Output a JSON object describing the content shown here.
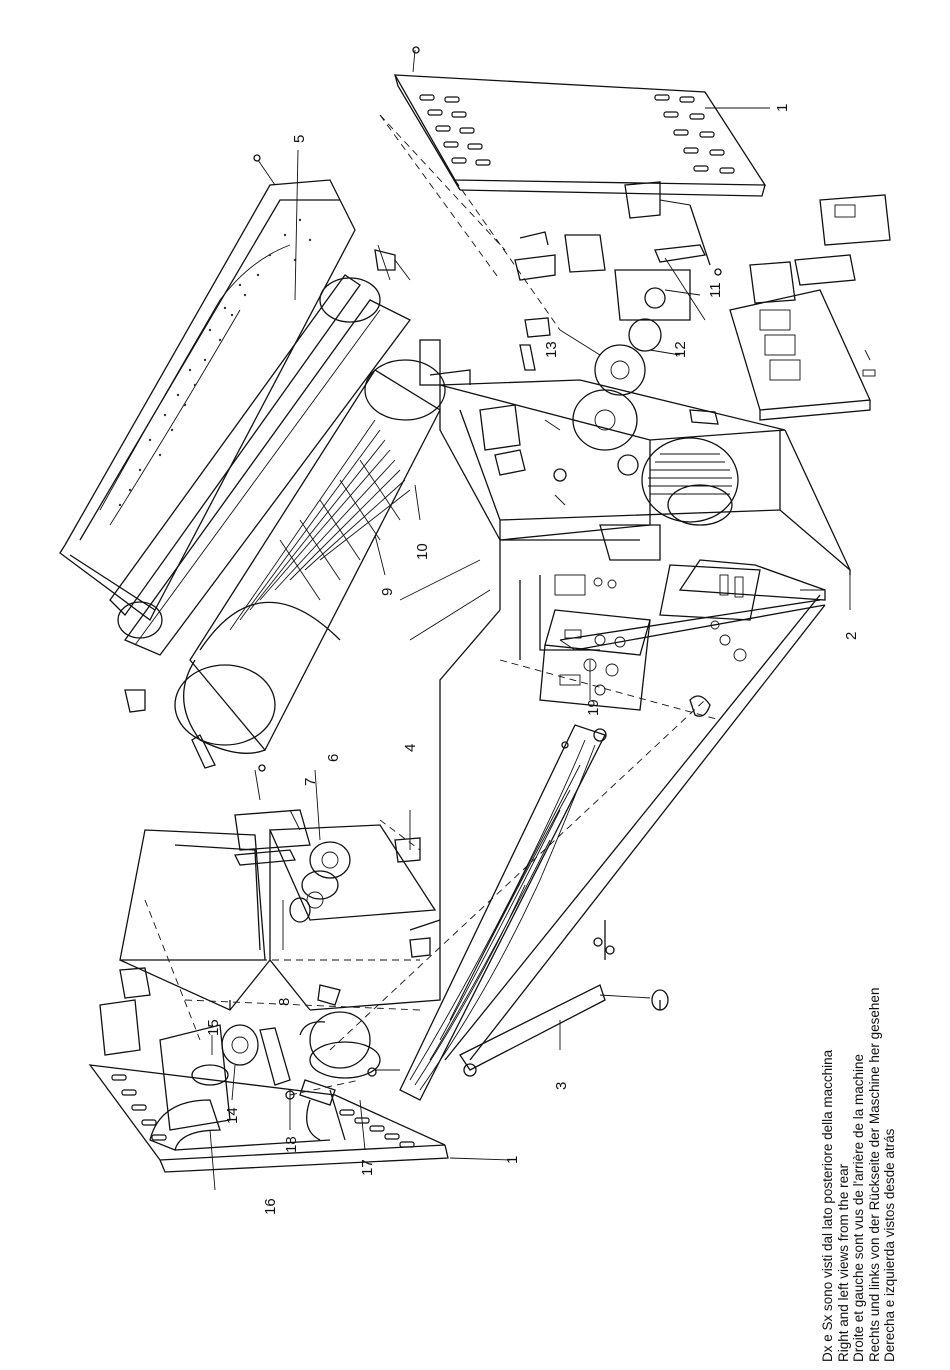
{
  "callouts": {
    "c1_top": "1",
    "c1_bottom": "1",
    "c2": "2",
    "c3": "3",
    "c4": "4",
    "c5": "5",
    "c6": "6",
    "c7": "7",
    "c8": "8",
    "c9": "9",
    "c10": "10",
    "c11": "11",
    "c12": "12",
    "c13": "13",
    "c14": "14",
    "c15": "15",
    "c16": "16",
    "c17": "17",
    "c18": "18",
    "c19": "19"
  },
  "notes": {
    "it": "Dx e Sx sono visti dal lato posteriore della macchina",
    "en": "Right and left views from the rear",
    "fr": "Droite et gauche sont vus de l'arrière de la machine",
    "de": "Rechts und links von der Rückseite der Maschine her gesehen",
    "es": "Derecha e izquierda vistos desde atrás"
  }
}
